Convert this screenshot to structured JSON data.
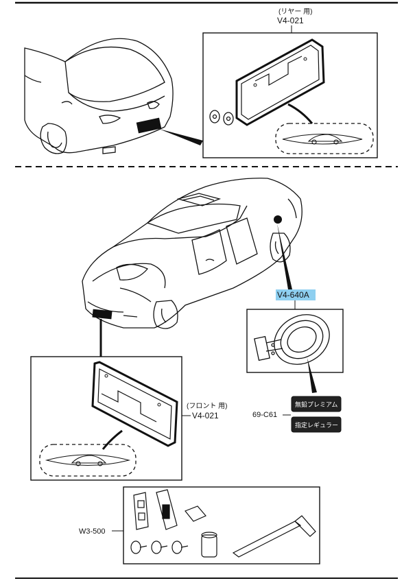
{
  "labels": {
    "rear_plate_note": "(リヤー 用)",
    "rear_plate_part": "V4-021",
    "fuel_lid_part": "V4-640A",
    "label_part": "69-C61",
    "label_line1": "無鉛プレミアム",
    "label_line2": "指定レギュラー",
    "front_plate_note": "(フロント 用)",
    "front_plate_part": "V4-021",
    "tool_kit_part": "W3-500"
  },
  "colors": {
    "highlight": "#8ecff0",
    "ink": "#111111",
    "label_bg": "#222222"
  }
}
